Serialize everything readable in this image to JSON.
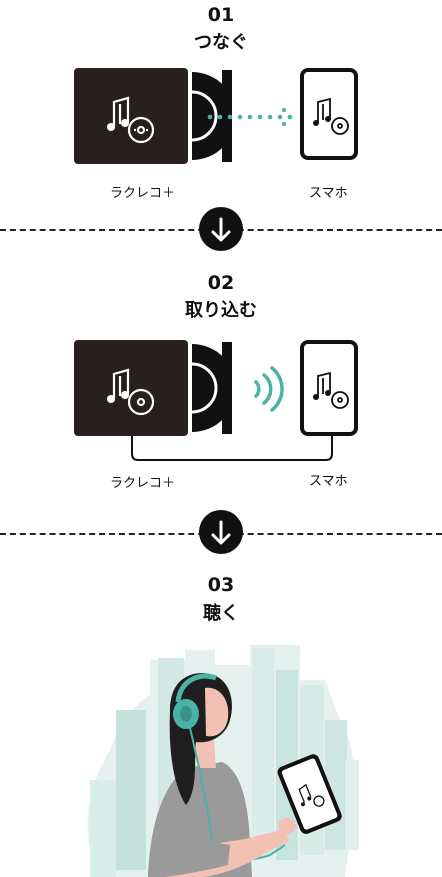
{
  "steps": [
    {
      "num": "01",
      "title": "つなぐ",
      "device_label": "ラクレコ＋",
      "phone_label": "スマホ"
    },
    {
      "num": "02",
      "title": "取り込む",
      "device_label": "ラクレコ＋",
      "phone_label": "スマホ"
    },
    {
      "num": "03",
      "title": "聴く"
    }
  ],
  "colors": {
    "accent": "#4bb3a5",
    "device": "#2a1f1f",
    "ink": "#111111"
  },
  "icons": [
    "music-notes-icon",
    "cd-icon",
    "arrow-down-icon",
    "wifi-signal-icon"
  ]
}
